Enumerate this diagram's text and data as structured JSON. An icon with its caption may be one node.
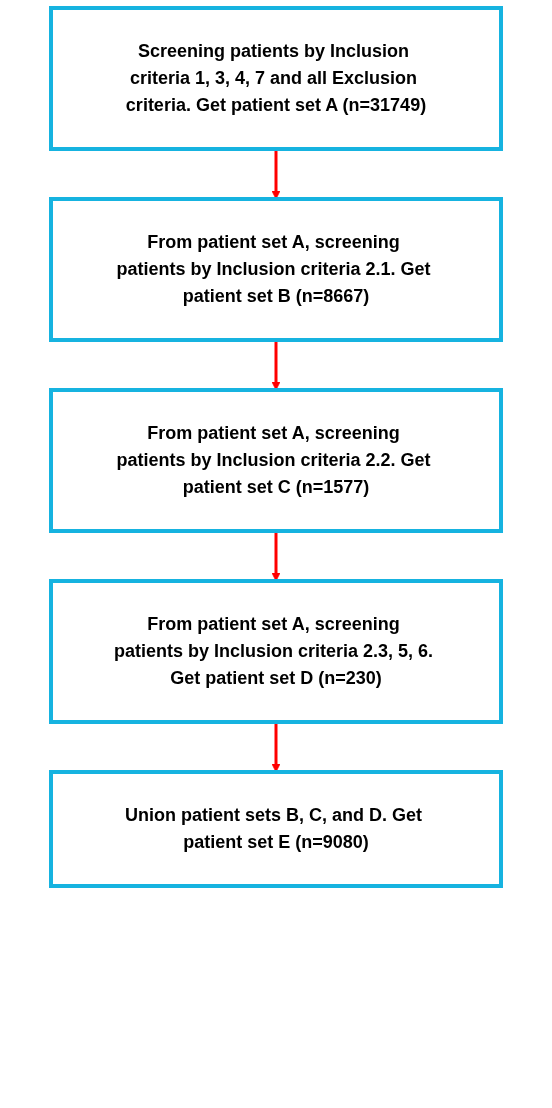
{
  "diagram": {
    "nodes": [
      {
        "text": [
          "Screening patients by Inclusion criteria 1, 3, 4, 7 and all Exclusion criteria. Get patient set A (n=31749)"
        ]
      },
      {
        "text": [
          "From patient set A, screening patients by Inclusion criteria 2.1. Get patient set B (n=8667)"
        ]
      },
      {
        "text": [
          "From patient set A, screening patients by Inclusion criteria 2.2. Get patient set C (n=1577)"
        ]
      },
      {
        "text": [
          "From patient set A, screening patients by Inclusion criteria 2.3, 5, 6. Get patient set D (n=230)"
        ]
      },
      {
        "text": [
          "Union patient sets B, C, and D. Get patient set E (n=9080)"
        ]
      }
    ],
    "edges": [
      {
        "from": 0,
        "to": 1,
        "arrow": "to"
      },
      {
        "from": 1,
        "to": 2,
        "arrow": "to"
      },
      {
        "from": 2,
        "to": 3,
        "arrow": "to"
      },
      {
        "from": 3,
        "to": 4,
        "arrow": "to"
      }
    ]
  }
}
